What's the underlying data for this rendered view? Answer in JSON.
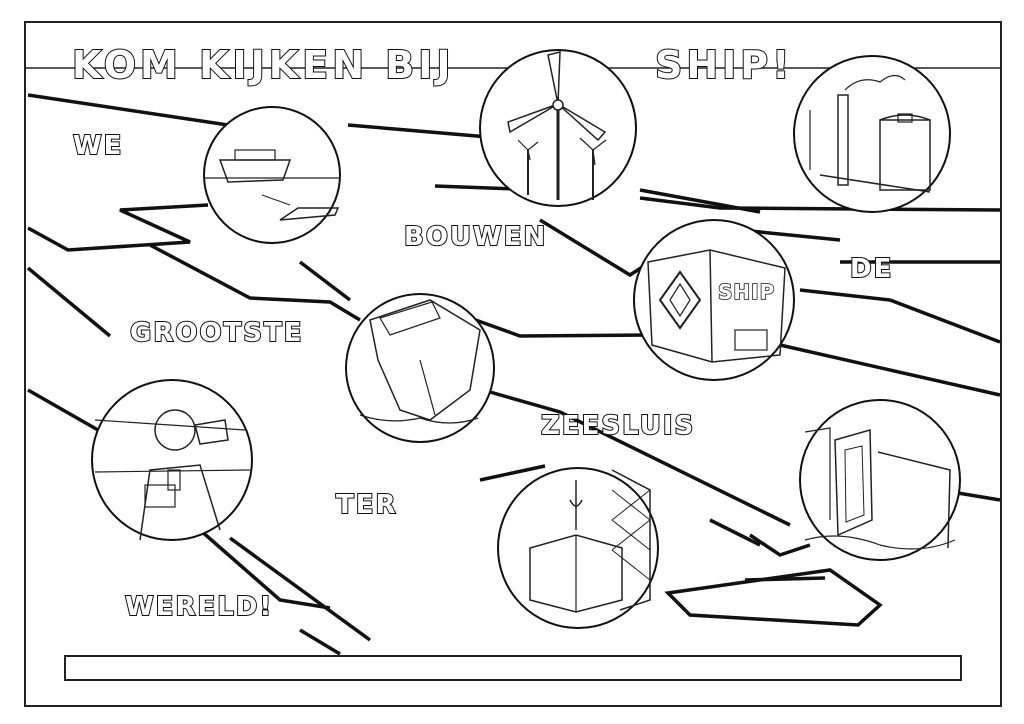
{
  "title": {
    "part1": "KOM KIJKEN BIJ",
    "part2": "SHIP!"
  },
  "sentence": {
    "we": "WE",
    "bouwen": "BOUWEN",
    "de": "DE",
    "grootste": "GROOTSTE",
    "zeesluis": "ZEESLUIS",
    "ter": "TER",
    "wereld": "WERELD!"
  },
  "pictures": {
    "building_sign": "SHIP"
  },
  "name_field": {
    "value": ""
  }
}
